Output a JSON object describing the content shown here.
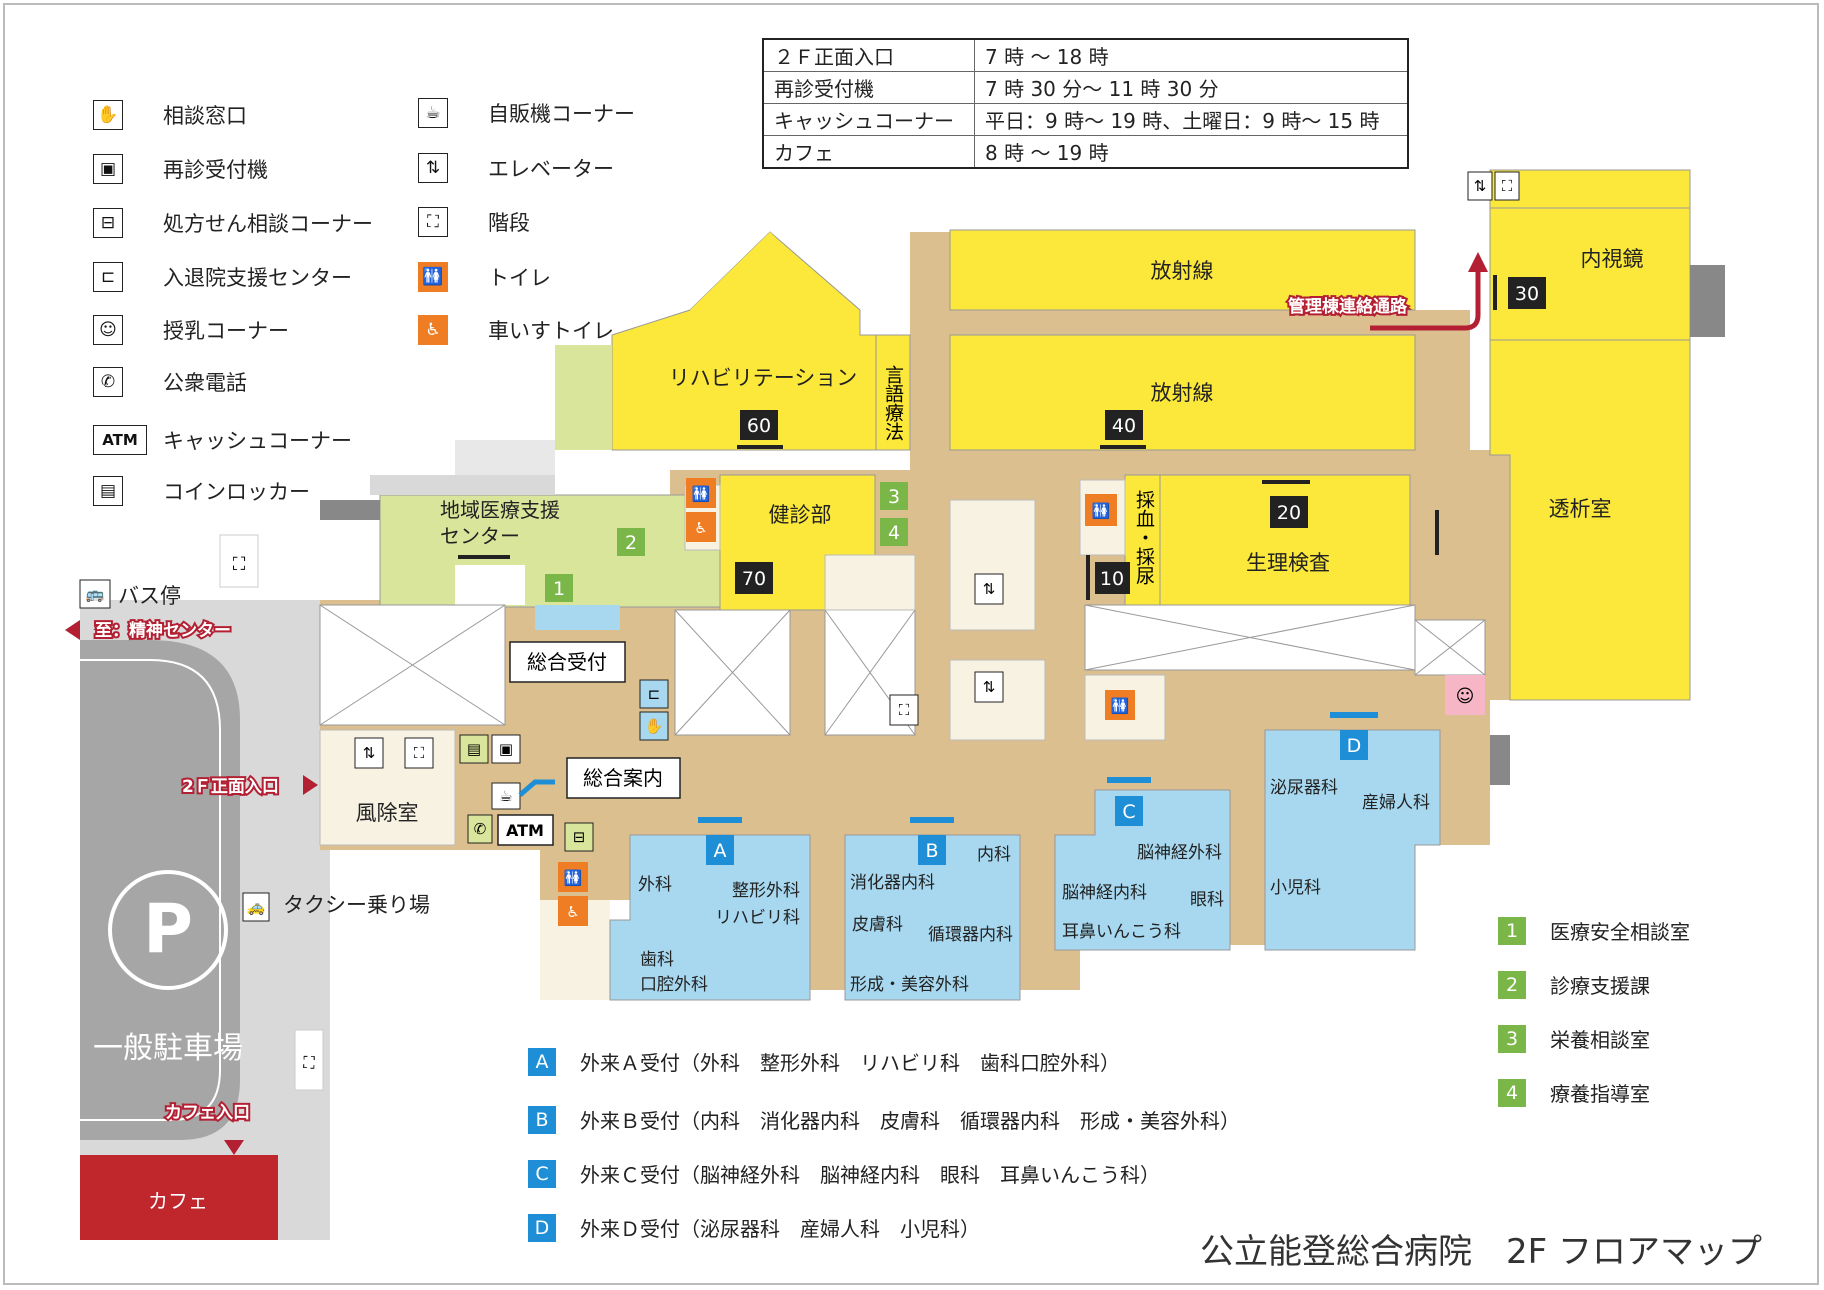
{
  "legend": [
    {
      "icon": "hand-icon",
      "glyph": "✋",
      "label": "相談窓口"
    },
    {
      "icon": "kiosk-icon",
      "glyph": "▣",
      "label": "再診受付機"
    },
    {
      "icon": "prescription-icon",
      "glyph": "⊟",
      "label": "処方せん相談コーナー"
    },
    {
      "icon": "bed-icon",
      "glyph": "⊏",
      "label": "入退院支援センター"
    },
    {
      "icon": "nursing-icon",
      "glyph": "☺",
      "label": "授乳コーナー"
    },
    {
      "icon": "phone-icon",
      "glyph": "✆",
      "label": "公衆電話"
    },
    {
      "icon": "atm-icon",
      "glyph": "ATM",
      "label": "キャッシュコーナー"
    },
    {
      "icon": "locker-icon",
      "glyph": "▤",
      "label": "コインロッカー"
    },
    {
      "icon": "vending-icon",
      "glyph": "☕",
      "label": "自販機コーナー"
    },
    {
      "icon": "elevator-icon",
      "glyph": "⇅",
      "label": "エレベーター"
    },
    {
      "icon": "stairs-icon",
      "glyph": "⛶",
      "label": "階段"
    },
    {
      "icon": "toilet-icon",
      "glyph": "🚻",
      "label": "トイレ"
    },
    {
      "icon": "wheelchair-icon",
      "glyph": "♿",
      "label": "車いすトイレ"
    }
  ],
  "hours": [
    {
      "place": "２Ｆ正面入口",
      "time": "7 時 ～ 18 時"
    },
    {
      "place": "再診受付機",
      "time": "7 時 30 分～ 11 時 30 分"
    },
    {
      "place": "キャッシュコーナー",
      "time": "平日：9 時～ 19 時、土曜日：9 時～ 15 時"
    },
    {
      "place": "カフェ",
      "time": "8 時 ～ 19 時"
    }
  ],
  "rooms": {
    "radiology_top": "放射線",
    "radiology_mid": "放射線",
    "endoscopy": "内視鏡",
    "dialysis": "透析室",
    "rehab": "リハビリテーション",
    "speech": "言語療法",
    "checkup": "健診部",
    "blood": "採血・採尿",
    "physiology": "生理検査",
    "regional": "地域医療支援センター",
    "windbreak": "風除室",
    "reception": "総合受付",
    "info": "総合案内",
    "cafe": "カフェ",
    "parking": "一般駐車場",
    "bus": "バス停",
    "taxi": "タクシー乗り場",
    "to_mental": "至：精神センター",
    "main_entrance": "2Ｆ正面入口",
    "cafe_entrance": "カフェ入口",
    "admin_corridor": "管理棟連絡通路",
    "atm": "ATM"
  },
  "numbers": {
    "n10": "10",
    "n20": "20",
    "n30": "30",
    "n40": "40",
    "n60": "60",
    "n70": "70"
  },
  "green_nums": {
    "g1": "1",
    "g2": "2",
    "g3": "3",
    "g4": "4"
  },
  "blocks": {
    "A": {
      "letter": "A",
      "depts": [
        "外科",
        "整形外科",
        "リハビリ科",
        "歯科",
        "口腔外科"
      ]
    },
    "B": {
      "letter": "B",
      "depts": [
        "内科",
        "消化器内科",
        "皮膚科",
        "循環器内科",
        "形成・美容外科"
      ]
    },
    "C": {
      "letter": "C",
      "depts": [
        "脳神経外科",
        "脳神経内科",
        "眼科",
        "耳鼻いんこう科"
      ]
    },
    "D": {
      "letter": "D",
      "depts": [
        "泌尿器科",
        "産婦人科",
        "小児科"
      ]
    }
  },
  "bottom_legend_blue": [
    {
      "key": "A",
      "label": "外来Ａ受付（外科　整形外科　リハビリ科　歯科口腔外科）"
    },
    {
      "key": "B",
      "label": "外来Ｂ受付（内科　消化器内科　皮膚科　循環器内科　形成・美容外科）"
    },
    {
      "key": "C",
      "label": "外来Ｃ受付（脳神経外科　脳神経内科　眼科　耳鼻いんこう科）"
    },
    {
      "key": "D",
      "label": "外来Ｄ受付（泌尿器科　産婦人科　小児科）"
    }
  ],
  "bottom_legend_green": [
    {
      "key": "1",
      "label": "医療安全相談室"
    },
    {
      "key": "2",
      "label": "診療支援課"
    },
    {
      "key": "3",
      "label": "栄養相談室"
    },
    {
      "key": "4",
      "label": "療養指導室"
    }
  ],
  "title": "公立能登総合病院　2F フロアマップ",
  "colors": {
    "corridor": "#dcbf8e",
    "yellow": "#fbe83a",
    "green": "#d8e59a",
    "blue": "#a7d8ef",
    "grey": "#d9d9d9",
    "parking": "#a6a6a6",
    "cafe": "#c0272d",
    "red": "#b32033",
    "orange": "#ee7d24",
    "accent_blue": "#1e8fd6",
    "accent_green": "#7ab648"
  }
}
